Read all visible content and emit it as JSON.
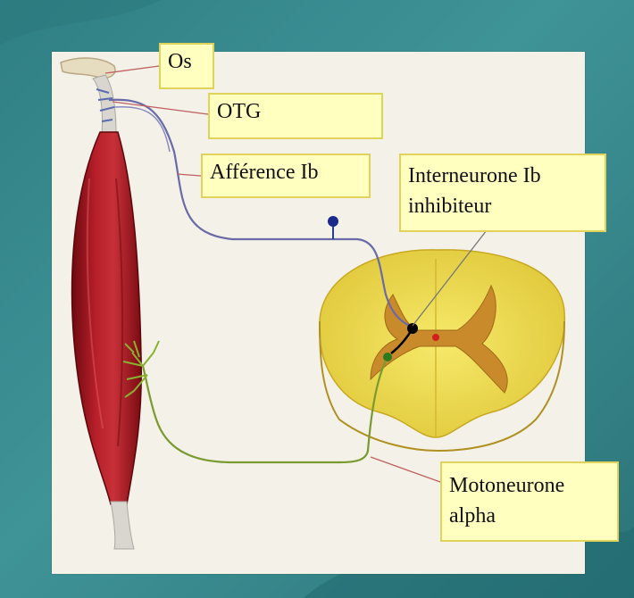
{
  "labels": {
    "os": "Os",
    "otg": "OTG",
    "afference": "Afférence Ib",
    "interneurone": [
      "Interneurone Ib",
      "inhibiteur"
    ],
    "motoneurone": [
      "Motoneurone",
      "alpha"
    ]
  },
  "colors": {
    "slide_background": "#3f9498",
    "panel": "#f3f1e8",
    "label_fill": "#ffffc0",
    "label_border": "#e0d35a",
    "muscle": "#a8141c",
    "tendon": "#d8d6cf",
    "spinal_cord": "#f1e155",
    "grey_matter": "#c88a2a",
    "afferent_fiber": "#6a6aa8",
    "motor_fiber": "#7a9a30",
    "interneuron": "#000000",
    "pointer_lines": "#c06060"
  }
}
